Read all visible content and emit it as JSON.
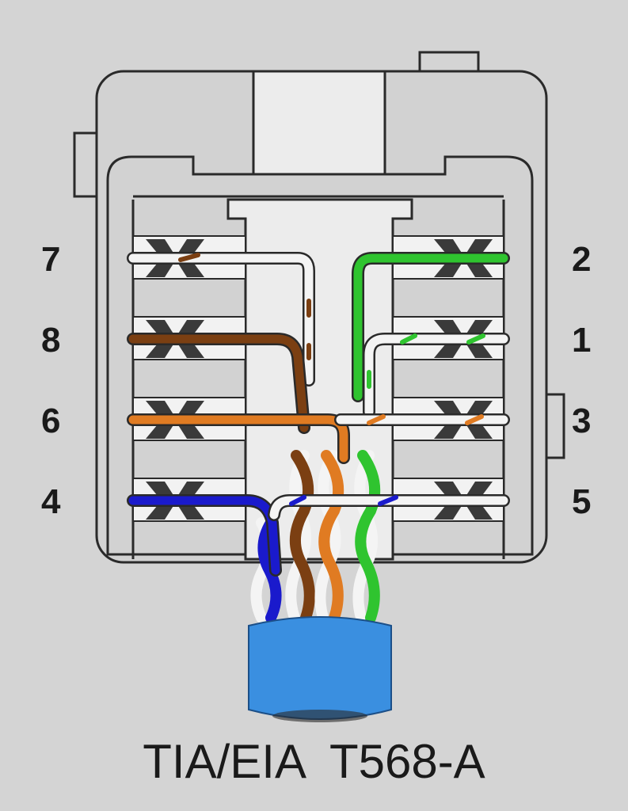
{
  "caption": "TIA/EIA  T568-A",
  "pins": {
    "left": [
      "7",
      "8",
      "6",
      "4"
    ],
    "right": [
      "2",
      "1",
      "3",
      "5"
    ]
  },
  "colors": {
    "background": "#d4d4d4",
    "housing": "#d2d2d2",
    "housing_light": "#ececec",
    "brown": "#7b3f12",
    "orange": "#e07b22",
    "green": "#2fc42f",
    "blue": "#1a1acc",
    "white_wire": "#f4f4f4",
    "jacket": "#3a8fe0"
  },
  "wires": {
    "7": "white-brown",
    "8": "brown",
    "6": "orange",
    "4": "blue",
    "2": "green",
    "1": "white-green",
    "3": "white-orange",
    "5": "white-blue"
  }
}
